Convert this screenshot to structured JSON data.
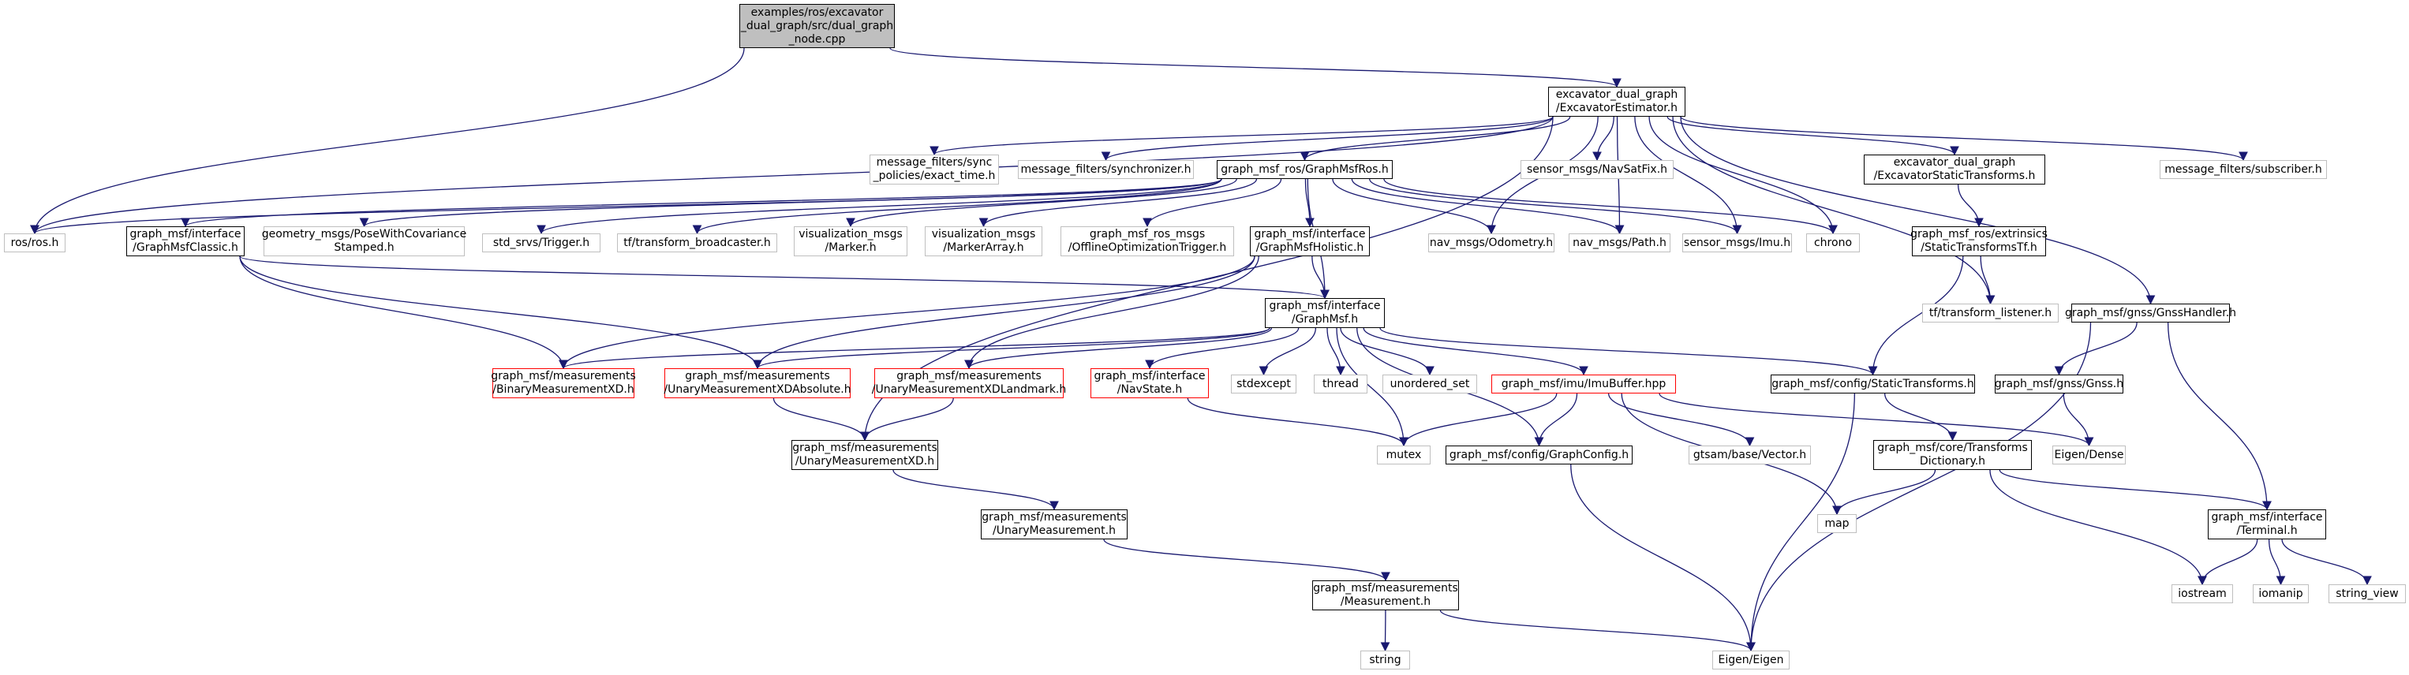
{
  "colors": {
    "edge": "#191970",
    "ext_border": "#bfbfbf",
    "incomplete_border": "#ff0000",
    "root_fill": "#bfbfbf"
  },
  "nodes": {
    "root": "examples/ros/excavator\n_dual_graph/src/dual_graph\n_node.cpp",
    "excavator_estimator": "excavator_dual_graph\n/ExcavatorEstimator.h",
    "ros_h": "ros/ros.h",
    "sync_policies": "message_filters/sync\n_policies/exact_time.h",
    "synchronizer": "message_filters/synchronizer.h",
    "graph_msf_ros": "graph_msf_ros/GraphMsfRos.h",
    "navsatfix": "sensor_msgs/NavSatFix.h",
    "static_transforms_ex": "excavator_dual_graph\n/ExcavatorStaticTransforms.h",
    "subscriber": "message_filters/subscriber.h",
    "graph_msf_classic": "graph_msf/interface\n/GraphMsfClassic.h",
    "pose_cov": "geometry_msgs/PoseWithCovariance\nStamped.h",
    "trigger": "std_srvs/Trigger.h",
    "tf_broadcaster": "tf/transform_broadcaster.h",
    "marker": "visualization_msgs\n/Marker.h",
    "marker_array": "visualization_msgs\n/MarkerArray.h",
    "offline_trigger": "graph_msf_ros_msgs\n/OfflineOptimizationTrigger.h",
    "graph_msf_holistic": "graph_msf/interface\n/GraphMsfHolistic.h",
    "odometry": "nav_msgs/Odometry.h",
    "path": "nav_msgs/Path.h",
    "imu": "sensor_msgs/Imu.h",
    "chrono": "chrono",
    "static_transforms_tf": "graph_msf_ros/extrinsics\n/StaticTransformsTf.h",
    "tf_listener": "tf/transform_listener.h",
    "gnss_handler": "graph_msf/gnss/GnssHandler.h",
    "graph_msf": "graph_msf/interface\n/GraphMsf.h",
    "binary_meas": "graph_msf/measurements\n/BinaryMeasurementXD.h",
    "unary_abs": "graph_msf/measurements\n/UnaryMeasurementXDAbsolute.h",
    "unary_landmark": "graph_msf/measurements\n/UnaryMeasurementXDLandmark.h",
    "navstate": "graph_msf/interface\n/NavState.h",
    "stdexcept": "stdexcept",
    "thread": "thread",
    "unordered_set": "unordered_set",
    "imu_buffer": "graph_msf/imu/ImuBuffer.hpp",
    "static_transforms": "graph_msf/config/StaticTransforms.h",
    "gnss": "graph_msf/gnss/Gnss.h",
    "unary_xd": "graph_msf/measurements\n/UnaryMeasurementXD.h",
    "mutex": "mutex",
    "graph_config": "graph_msf/config/GraphConfig.h",
    "gtsam_vector": "gtsam/base/Vector.h",
    "transforms_dict": "graph_msf/core/Transforms\nDictionary.h",
    "eigen_dense": "Eigen/Dense",
    "unary_meas": "graph_msf/measurements\n/UnaryMeasurement.h",
    "map": "map",
    "terminal": "graph_msf/interface\n/Terminal.h",
    "iostream": "iostream",
    "iomanip": "iomanip",
    "string_view": "string_view",
    "measurement": "graph_msf/measurements\n/Measurement.h",
    "string": "string",
    "eigen_eigen": "Eigen/Eigen"
  }
}
